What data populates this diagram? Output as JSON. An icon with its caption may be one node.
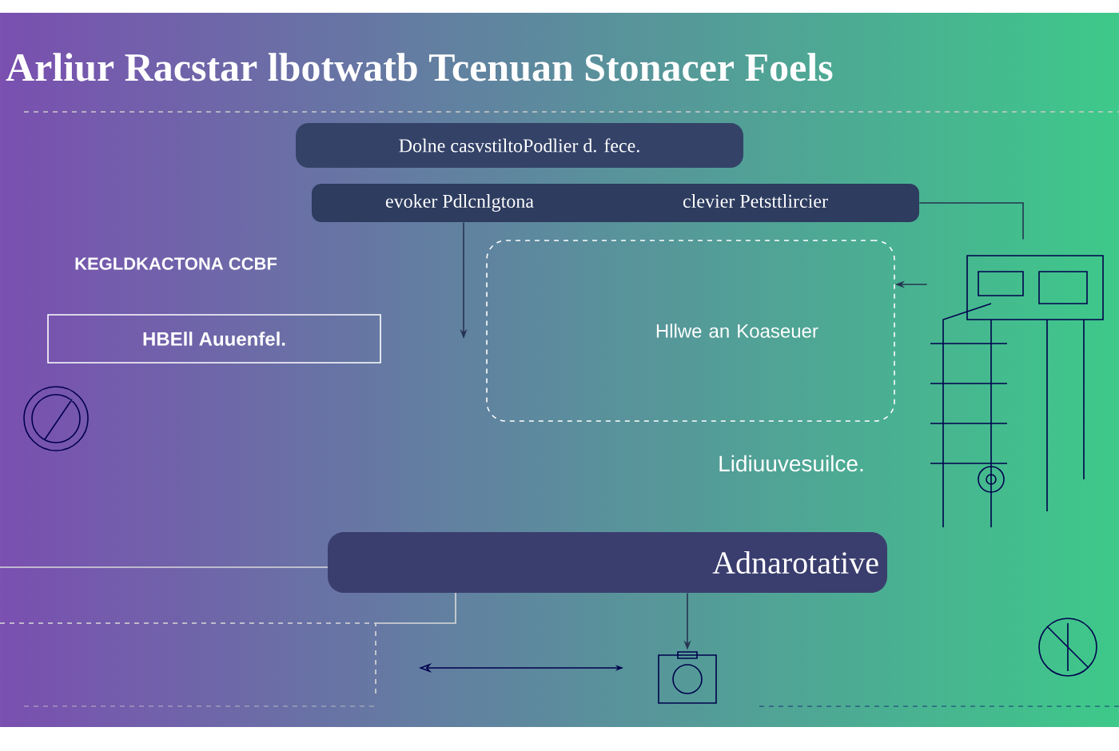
{
  "diagram": {
    "title": "Arliur Racstar lbotwatb Tcenuan Stonacer Foels",
    "nodes": [
      {
        "text": [
          "Dolne casvstiltoPodlier d. fece."
        ]
      },
      {
        "text": [
          "evoker Pdlcnlgtona",
          "clevier Petsttlircier"
        ]
      },
      {
        "text": [
          "Hllwe an Koaseuer"
        ]
      },
      {
        "text": [
          "HBEll Auuenfel."
        ]
      },
      {
        "text": [
          "Adnarotative"
        ]
      },
      {
        "text": [],
        "shape": "picture"
      },
      {
        "text": [],
        "shape": "picture"
      }
    ],
    "edges": [
      {
        "from": 1,
        "to": null,
        "arrow": "to"
      },
      {
        "from": 5,
        "to": 2,
        "arrow": "to"
      },
      {
        "from": 1,
        "to": 5,
        "arrow": "none"
      },
      {
        "from": 4,
        "to": 6,
        "arrow": "to"
      }
    ],
    "labels": [
      "KEGLDKACTONA CCBF",
      "Lidiuuvesuilce."
    ]
  }
}
